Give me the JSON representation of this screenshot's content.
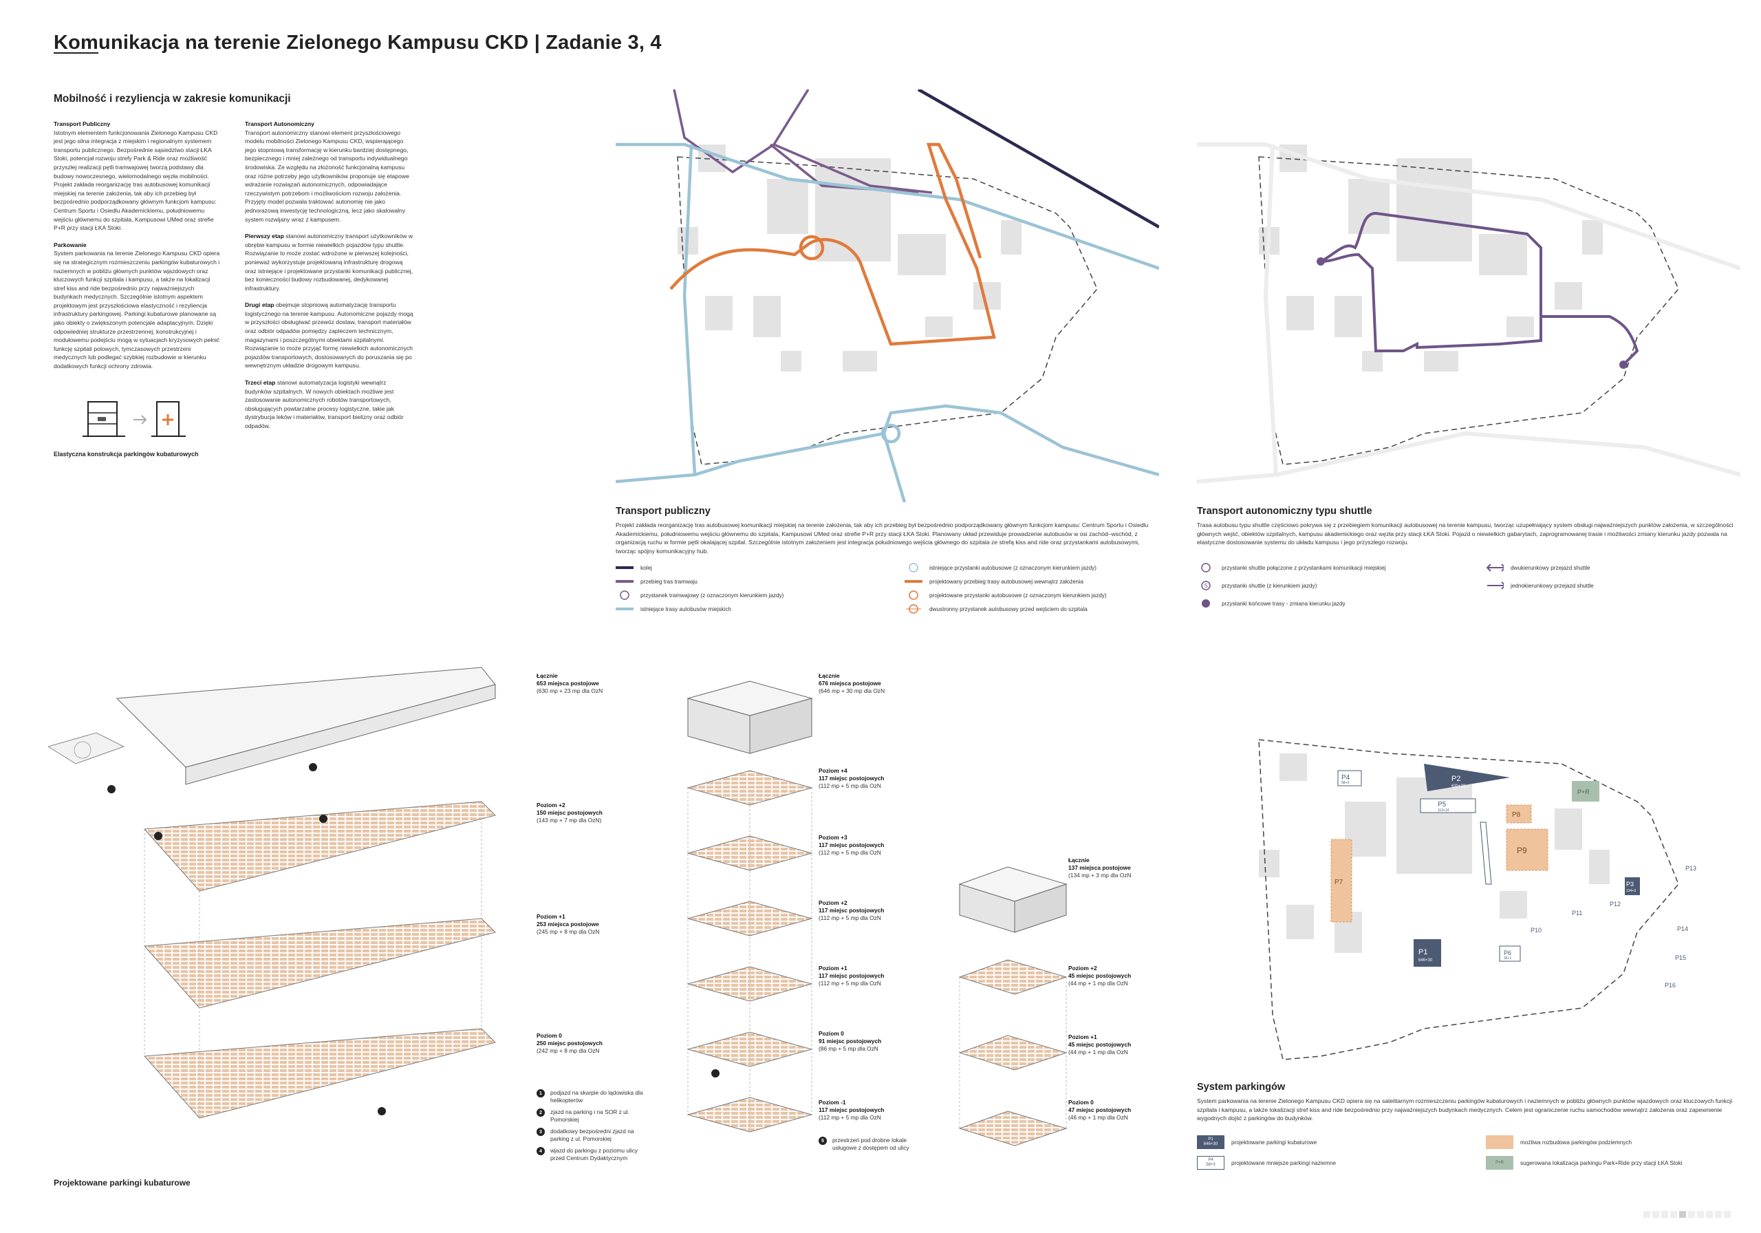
{
  "header": {
    "title_underlined": "Kom",
    "title_rest": "unikacja na terenie Zielonego Kampusu CKD | Zadanie 3, 4"
  },
  "mobility": {
    "title": "Mobilność i rezyliencja w zakresie komunikacji",
    "col1": [
      {
        "head": "Transport Publiczny",
        "text": "Istotnym elementem funkcjonowania Zielonego Kampusu CKD jest jego silna integracja z miejskim i regionalnym systemem transportu publicznego. Bezpośrednie sąsiedztwo stacji ŁKA Stoki, potencjał rozwoju strefy Park & Ride oraz możliwość przyszłej realizacji pętli tramwajowej tworzą podstawy dla budowy nowoczesnego, wielomodalnego węzła mobilności. Projekt zakłada reorganizację tras autobusowej komunikacji miejskiej na terenie założenia, tak aby ich przebieg był bezpośrednio podporządkowany głównym funkcjom kampusu: Centrum Sportu i Osiedlu Akademickiemu, południowemu wejściu głównemu do szpitala, Kampusowi UMed oraz strefie P+R przy stacji ŁKA Stoki."
      },
      {
        "head": "Parkowanie",
        "text": "System parkowania na terenie Zielonego Kampusu CKD opiera się na strategicznym rozmieszczeniu parkingów kubaturowych i naziemnych w pobliżu głównych punktów wjazdowych oraz kluczowych funkcji szpitala i kampusu, a także na lokalizacji stref kiss and ride bezpośrednio przy najważniejszych budynkach medycznych. Szczególnie istotnym aspektem projektowym jest przyszłościowa elastyczność i rezyliencja infrastruktury parkingowej. Parkingi kubaturowe planowane są jako obiekty o zwiększonym potencjale adaptacyjnym. Dzięki odpowiedniej strukturze przestrzennej, konstrukcyjnej i modułowemu podejściu mogą w sytuacjach kryzysowych pełnić funkcję szpitali polowych, tymczasowych przestrzeni medycznych lub podlegać szybkiej rozbudowie w kierunku dodatkowych funkcji ochrony zdrowia."
      }
    ],
    "col2": [
      {
        "head": "Transport Autonomiczny",
        "text": "Transport autonomiczny stanowi element przyszłościowego modelu mobilności Zielonego Kampusu CKD, wspierającego jego stopniową transformację w kierunku bardziej dostępnego, bezpiecznego i mniej zależnego od transportu indywidualnego środowiska. Ze względu na złożoność funkcjonalną kampusu oraz różne potrzeby jego użytkowników proponuje się etapowe wdrażanie rozwiązań autonomicznych, odpowiadające rzeczywistym potrzebom i możliwościom rozwoju założenia. Przyjęty model pozwala traktować autonomię nie jako jednorazową inwestycję technologiczną, lecz jako skalowalny system rozwijany wraz z kampusem."
      },
      {
        "lead": "Pierwszy etap",
        "text": "stanowi autonomiczny transport użytkowników w obrębie kampusu w formie niewielkich pojazdów typu shuttle. Rozwiązanie to może zostać wdrożone w pierwszej kolejności, ponieważ wykorzystuje projektowaną infrastrukturę drogową oraz istniejące i projektowane przystanki komunikacji publicznej, bez konieczności budowy rozbudowanej, dedykowanej infrastruktury."
      },
      {
        "lead": "Drugi etap",
        "text": "obejmuje stopniową automatyzację transportu logistycznego na terenie kampusu. Autonomiczne pojazdy mogą w przyszłości obsługiwać przewóz dostaw, transport materiałów oraz odbiór odpadów pomiędzy zapleczem technicznym, magazynami i poszczególnymi obiektami szpitalnymi. Rozwiązanie to może przyjąć formę niewielkich autonomicznych pojazdów transportowych, dostosowanych do poruszania się po wewnętrznym układzie drogowym kampusu."
      },
      {
        "lead": "Trzeci etap",
        "text": "stanowi automatyzacja logistyki wewnątrz budynków szpitalnych. W nowych obiektach możliwe jest zastosowanie autonomicznych robotów transportowych, obsługujących powtarzalne procesy logistyczne, takie jak dystrybucja leków i materiałów, transport bielizny oraz odbiór odpadów."
      }
    ],
    "diagram_caption": "Elastyczna konstrukcja parkingów kubaturowych"
  },
  "transport": {
    "title": "Transport publiczny",
    "text": "Projekt zakłada reorganizację tras autobusowej komunikacji miejskiej na terenie założenia, tak aby ich przebieg był bezpośrednio podporządkowany głównym funkcjom kampusu: Centrum Sportu i Osiedlu Akademickiemu, południowemu wejściu głównemu do szpitala, Kampusowi UMed oraz strefie P+R przy stacji ŁKA Stoki. Planowany układ przewiduje prowadzenie autobusów w osi zachód–wschód, z organizacją ruchu w formie pętli okalającej szpital. Szczególnie istotnym założeniem jest integracja południowego wejścia głównego do szpitala ze strefą kiss and ride oraz przystankami autobusowymi, tworząc spójny komunikacyjny hub.",
    "legend": [
      "kolej",
      "przebieg tras tramwaju",
      "przystanek tramwajowy (z oznaczonym kierunkiem jazdy)",
      "istniejące trasy autobusów miejskich",
      "istniejące przystanki autobusowe (z oznaczonym kierunkiem jazdy)",
      "projektowany przebieg trasy autobusowej wewnątrz założenia",
      "projektowane przystanki autobusowe (z oznaczonym kierunkiem jazdy)",
      "dwustronny przystanek autobusowy przed wejściem do szpitala"
    ]
  },
  "shuttle": {
    "title": "Transport autonomiczny typu shuttle",
    "text": "Trasa autobusu typu shuttle częściowo pokrywa się z przebiegiem komunikacji autobusowej na terenie kampusu, tworząc uzupełniający system obsługi najważniejszych punktów założenia, w szczególności głównych wejść, obiektów szpitalnych, kampusu akademickiego oraz węzła przy stacji ŁKA Stoki. Pojazd o niewielkich gabarytach, zaprogramowanej trasie i możliwości zmiany kierunku jazdy pozwala na elastyczne dostosowanie systemu do układu kampusu i jego przyszłego rozwoju.",
    "legend": [
      "przystanki shuttle połączone z przystankami komunikacji miejskiej",
      "przystanki shuttle (z kierunkiem jazdy)",
      "przystanki końcowe trasy - zmiana kierunku jazdy",
      "dwukierunkowy przejazd shuttle",
      "jednokierunkowy przejazd shuttle"
    ]
  },
  "parking3d": {
    "caption": "Projektowane parkingi kubaturowe",
    "a": [
      {
        "t": "Łącznie",
        "v": "653 miejsca postojowe",
        "s": "(630 mp + 23 mp dla OzN"
      },
      {
        "t": "Poziom +2",
        "v": "150 miejsc postojowych",
        "s": "(143 mp + 7 mp dla OzN)"
      },
      {
        "t": "Poziom +1",
        "v": "253 miejsca postojowe",
        "s": "(245 mp + 8 mp dla OzN"
      },
      {
        "t": "Poziom 0",
        "v": "250 miejsc postojowych",
        "s": "(242 mp + 8 mp dla OzN"
      }
    ],
    "notes": [
      {
        "n": "1",
        "t": "podjazd na skarpie do lądowiska dla helikopterów"
      },
      {
        "n": "2",
        "t": "zjazd na parking i na SOR z ul. Pomorskiej"
      },
      {
        "n": "3",
        "t": "dodatkowy bezpośredni zjazd na parking z ul. Pomorskiej"
      },
      {
        "n": "4",
        "t": "wjazd do parkingu z poziomu ulicy przed Centrum Dydaktycznym"
      }
    ],
    "b": [
      {
        "t": "Łącznie",
        "v": "676 miejsca postojowe",
        "s": "(646 mp + 30 mp dla OzN"
      },
      {
        "t": "Poziom +4",
        "v": "117 miejsc postojowych",
        "s": "(112 mp + 5 mp dla OzN"
      },
      {
        "t": "Poziom +3",
        "v": "117 miejsc postojowych",
        "s": "(112 mp + 5 mp dla OzN"
      },
      {
        "t": "Poziom +2",
        "v": "117 miejsc postojowych",
        "s": "(112 mp + 5 mp dla OzN"
      },
      {
        "t": "Poziom +1",
        "v": "117 miejsc postojowych",
        "s": "(112 mp + 5 mp dla OzN"
      },
      {
        "t": "Poziom 0",
        "v": "91 miejsc postojowych",
        "s": "(86 mp + 5 mp dla OzN"
      },
      {
        "t": "Poziom -1",
        "v": "117 miejsc postojowych",
        "s": "(112 mp + 5 mp dla OzN"
      }
    ],
    "note5": {
      "n": "5",
      "t": "przestrzeń pod drobne lokale usługowe z dostępem od ulicy"
    },
    "c": [
      {
        "t": "Łącznie",
        "v": "137 miejsca postojowe",
        "s": "(134 mp + 3 mp dla OzN"
      },
      {
        "t": "Poziom +2",
        "v": "45 miejsc postojowych",
        "s": "(44 mp + 1 mp dla OzN"
      },
      {
        "t": "Poziom +1",
        "v": "45 miejsc postojowych",
        "s": "(44 mp + 1 mp dla OzN"
      },
      {
        "t": "Poziom 0",
        "v": "47 miejsc postojowych",
        "s": "(46 mp + 1 mp dla OzN"
      }
    ]
  },
  "parking": {
    "title": "System parkingów",
    "text": "System parkowania na terenie Zielonego Kampusu CKD opiera się na satelitarnym rozmieszczeniu parkingów kubaturowych i naziemnych w pobliżu głównych punktów wjazdowych oraz kluczowych funkcji szpitala i kampusu, a także lokalizacji stref kiss and ride bezpośrednio przy najważniejszych budynkach medycznych. Celem jest ograniczenie ruchu samochodów wewnątrz założenia oraz zapewnienie wygodnych dojść z parkingów do budynków.",
    "legend": [
      "projektowane parkingi kubaturowe",
      "możliwa rozbudowa parkingów podziemnych",
      "projektowane mniejsze parkingi naziemne",
      "sugerowana lokalizacja parkingu Park+Ride przy stacji ŁKA Stoki"
    ],
    "labels": {
      "p1": "P1",
      "p1s": "646+30",
      "p2": "P2",
      "p2s": "630+23",
      "p3": "P3",
      "p3s": "134+3",
      "p4": "P4",
      "p4s": "58+3",
      "p5": "P5",
      "p5s": "110+14",
      "p6": "P6",
      "p6s": "36+1",
      "p7": "P7",
      "p8": "P8",
      "p9": "P9",
      "p10": "P10",
      "p11": "P11",
      "p12": "P12",
      "p13": "P13",
      "p14": "P14",
      "p15": "P15",
      "p16": "P16",
      "pr": "P+R",
      "leg1a": "P1",
      "leg1b": "646+30",
      "leg2a": "P4",
      "leg2b": "58+3",
      "leg3": "P+R"
    }
  },
  "colors": {
    "rail": "#2b2950",
    "tram": "#7a5b8c",
    "bus": "#9cc3d6",
    "busnew": "#e07a3c",
    "shuttle": "#6e5487",
    "parkdark": "#4c5a74",
    "parkorange": "#efc39c",
    "parkgreen": "#a9bfad"
  }
}
